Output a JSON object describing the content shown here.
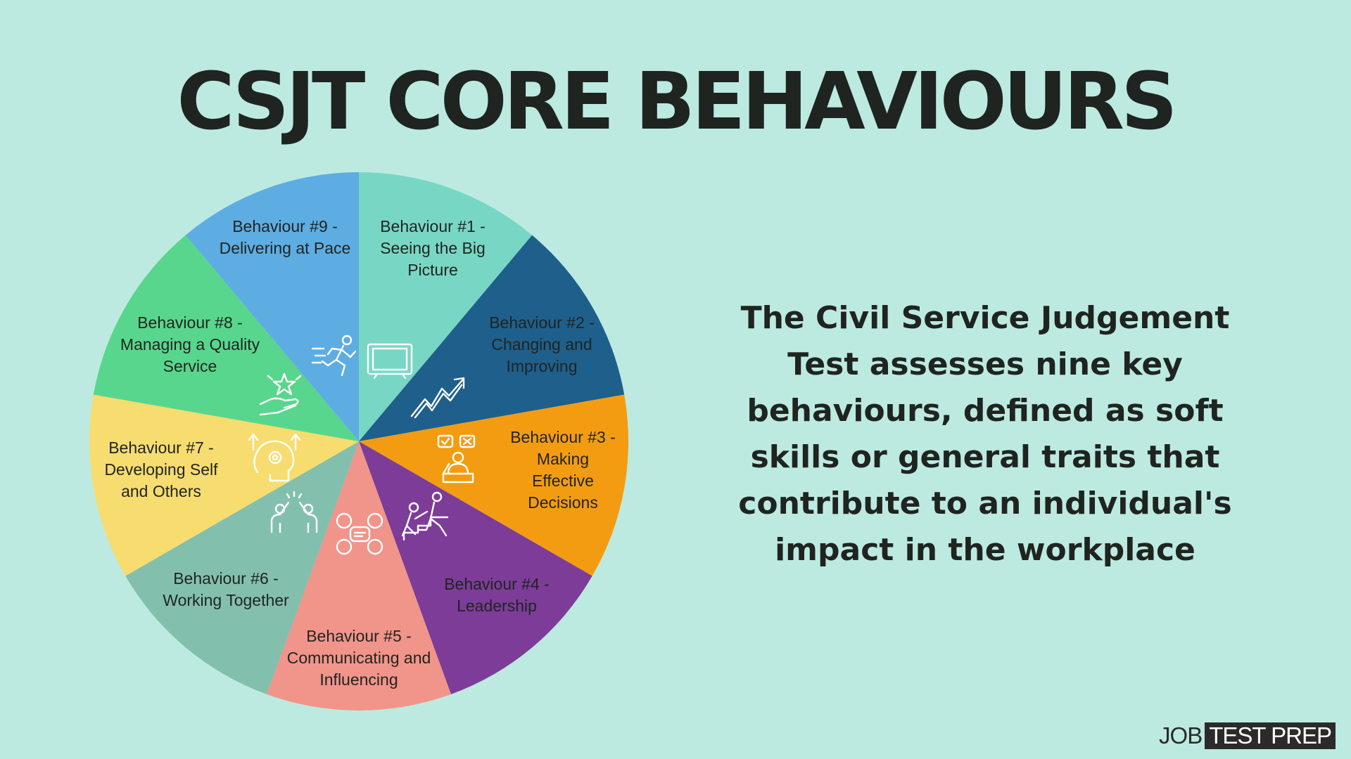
{
  "title": "CSJT CORE BEHAVIOURS",
  "description": "The Civil Service Judgement Test assesses nine key behaviours, defined as soft skills or general traits that contribute to an individual's impact in the workplace",
  "segments": [
    {
      "lines": [
        "Behaviour #1 -",
        "Seeing the Big",
        "Picture"
      ],
      "color": "#78d7c4",
      "icon": "monitor-icon"
    },
    {
      "lines": [
        "Behaviour #2 -",
        "Changing and",
        "Improving"
      ],
      "color": "#1f5f8b",
      "icon": "growth-arrow-icon"
    },
    {
      "lines": [
        "Behaviour #3 -",
        "Making",
        "Effective",
        "Decisions"
      ],
      "color": "#f39c12",
      "icon": "decision-icon"
    },
    {
      "lines": [
        "Behaviour #4 -",
        "Leadership"
      ],
      "color": "#7d3c98",
      "icon": "helping-climb-icon"
    },
    {
      "lines": [
        "Behaviour #5 -",
        "Communicating and",
        "Influencing"
      ],
      "color": "#f1948a",
      "icon": "communication-network-icon"
    },
    {
      "lines": [
        "Behaviour #6 -",
        "Working Together"
      ],
      "color": "#82c0ad",
      "icon": "high-five-icon"
    },
    {
      "lines": [
        "Behaviour #7 -",
        "Developing Self",
        "and Others"
      ],
      "color": "#f7dc6f",
      "icon": "mind-growth-icon"
    },
    {
      "lines": [
        "Behaviour #8 -",
        "Managing a Quality",
        "Service"
      ],
      "color": "#58d68d",
      "icon": "hand-star-icon"
    },
    {
      "lines": [
        "Behaviour #9 -",
        "Delivering at Pace"
      ],
      "color": "#5dade2",
      "icon": "running-person-icon"
    }
  ],
  "logo": {
    "part1": "JOB",
    "part2": "TEST PREP"
  }
}
